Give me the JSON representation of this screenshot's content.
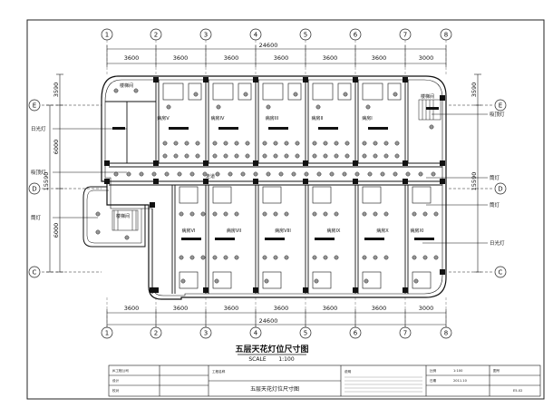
{
  "drawing": {
    "title": "五层天花灯位尺寸图",
    "scale_label": "SCALE",
    "scale_value": "1:100"
  },
  "axes": {
    "columns": [
      "1",
      "2",
      "3",
      "4",
      "5",
      "6",
      "7",
      "8"
    ],
    "rows": [
      "E",
      "D",
      "C"
    ]
  },
  "dimensions": {
    "top_segments": [
      "3600",
      "3600",
      "3600",
      "3600",
      "3600",
      "3600",
      "3000"
    ],
    "top_total": "24600",
    "bottom_segments": [
      "3600",
      "3600",
      "3600",
      "3600",
      "3600",
      "3600",
      "3000"
    ],
    "bottom_total": "24600",
    "left_segments": [
      "3590",
      "6000",
      "6000"
    ],
    "left_total": "15590",
    "right_segments": [
      "3590",
      "15590"
    ]
  },
  "rooms": {
    "upper_small": [
      "楼梯间",
      "楼梯间"
    ],
    "upper_wards": [
      "病房V",
      "病房IV",
      "病房III",
      "病房II",
      "病房I"
    ],
    "corridor": "走道",
    "stair": "楼梯间",
    "lower_wards": [
      "病房VI",
      "病房VII",
      "病房VIII",
      "病房IX",
      "病房X",
      "病房XI"
    ]
  },
  "callouts": {
    "left": [
      "日光灯",
      "吸顶灯",
      "筒灯"
    ],
    "right": [
      "吸顶灯",
      "筒灯",
      "筒灯",
      "日光灯"
    ]
  },
  "title_block": {
    "company": "JK工程公司",
    "notes_label": "说明",
    "design_label": "设计",
    "check_label": "校对",
    "scale_label": "比例",
    "scale_value": "1:100",
    "drawing_no_label": "图号",
    "drawing_no_value": "E5-02",
    "sheet_title": "五层天花灯位尺寸图",
    "date_label": "日期",
    "date_value": "2011.10",
    "project_label": "工程名称"
  }
}
